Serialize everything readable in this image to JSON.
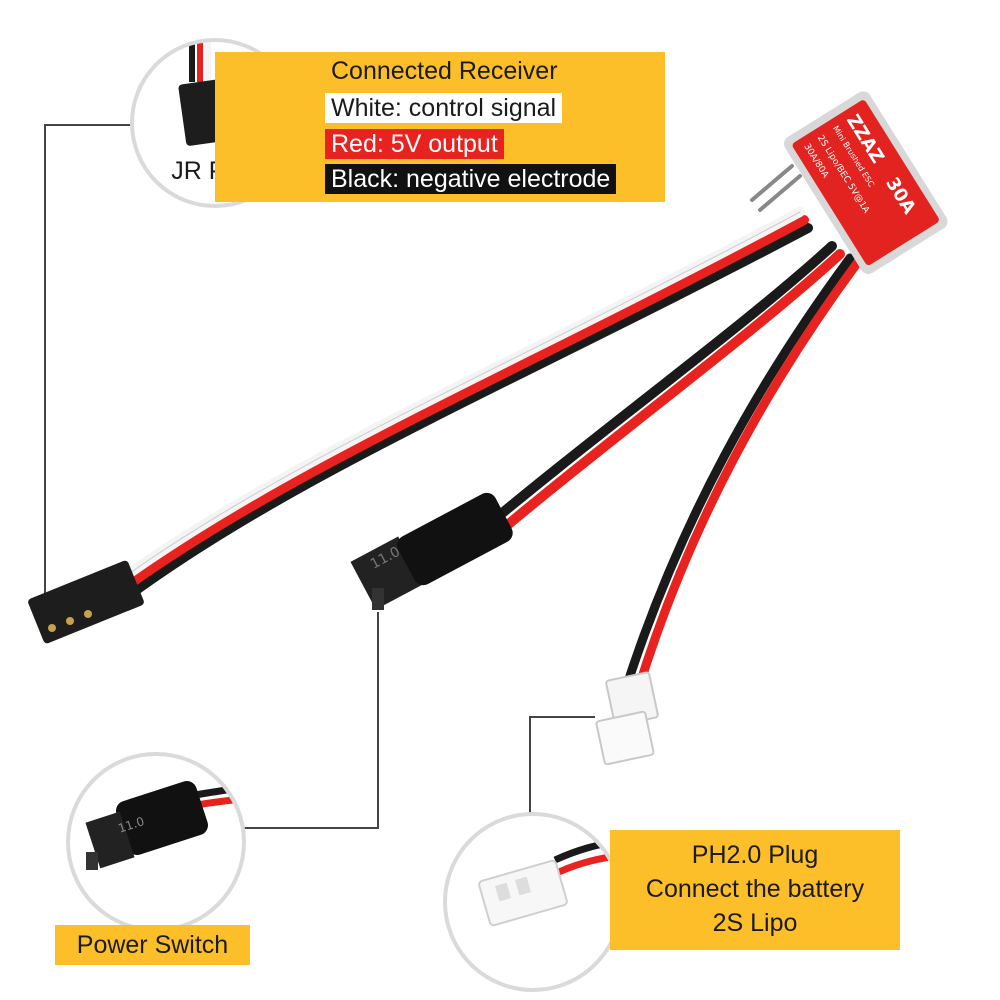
{
  "receiver": {
    "title": "Connected Receiver",
    "white": "White: control signal",
    "red": "Red: 5V output",
    "black": "Black: negative electrode"
  },
  "jr_plug": {
    "label": "JR Plug"
  },
  "power_switch": {
    "label": "Power Switch"
  },
  "battery": {
    "line1": "PH2.0 Plug",
    "line2": "Connect the battery",
    "line3": "2S Lipo"
  },
  "esc": {
    "brand": "ZZAZ",
    "model": "30A",
    "subtitle": "Mini Brushed ESC",
    "spec1": "2S Lipo/BEC 5V@1A",
    "spec2": "30A/80A"
  },
  "switch_marking": "11.0",
  "colors": {
    "accent": "#fcbf2a",
    "wire_red": "#e8231f",
    "wire_black": "#1a1a1a",
    "wire_white": "#f4f4f4"
  }
}
